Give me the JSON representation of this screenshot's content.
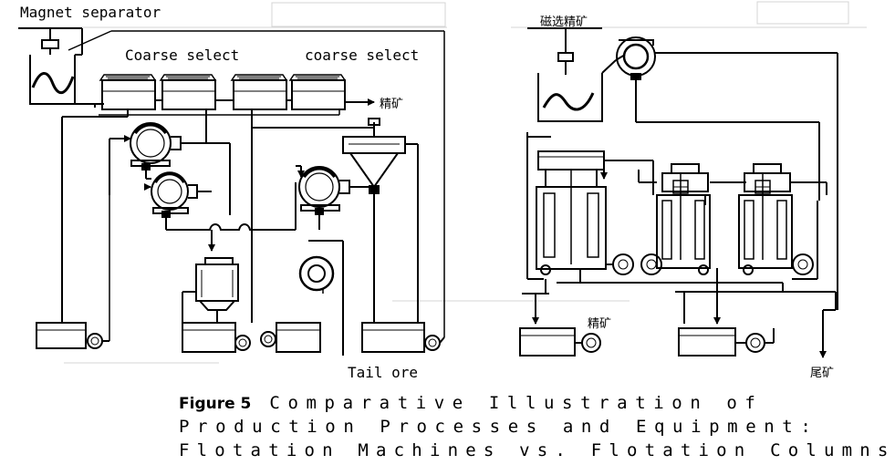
{
  "left_panel": {
    "magnet_separator_label": "Magnet separator",
    "coarse_select_label_1": "Coarse select",
    "coarse_select_label_2": "coarse select",
    "concentrate_label": "精矿",
    "tail_ore_label": "Tail ore"
  },
  "right_panel": {
    "magnetic_concentrate_label": "磁选精矿",
    "concentrate_label": "精矿",
    "tailings_label": "尾矿"
  },
  "caption": {
    "figure_label": "Figure 5",
    "line1": "Comparative Illustration of",
    "line2": "Production Processes and Equipment:",
    "line3": "Flotation Machines vs. Flotation Columns"
  }
}
